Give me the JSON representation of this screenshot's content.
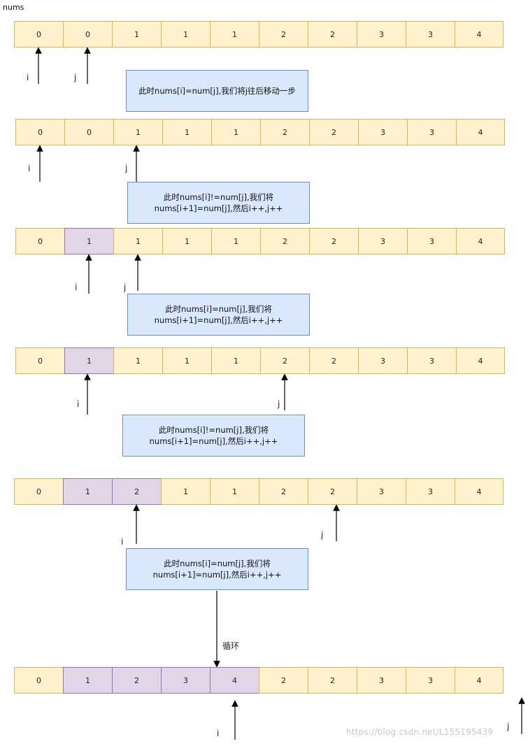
{
  "title": "nums",
  "rows": [
    {
      "cells": [
        "0",
        "0",
        "1",
        "1",
        "1",
        "2",
        "2",
        "3",
        "3",
        "4"
      ],
      "highlight": []
    },
    {
      "cells": [
        "0",
        "0",
        "1",
        "1",
        "1",
        "2",
        "2",
        "3",
        "3",
        "4"
      ],
      "highlight": []
    },
    {
      "cells": [
        "0",
        "1",
        "1",
        "1",
        "1",
        "2",
        "2",
        "3",
        "3",
        "4"
      ],
      "highlight": [
        1
      ]
    },
    {
      "cells": [
        "0",
        "1",
        "1",
        "1",
        "1",
        "2",
        "2",
        "3",
        "3",
        "4"
      ],
      "highlight": [
        1
      ]
    },
    {
      "cells": [
        "0",
        "1",
        "2",
        "1",
        "1",
        "2",
        "2",
        "3",
        "3",
        "4"
      ],
      "highlight": [
        1,
        2
      ]
    },
    {
      "cells": [
        "0",
        "1",
        "2",
        "3",
        "4",
        "2",
        "2",
        "3",
        "3",
        "4"
      ],
      "highlight": [
        1,
        2,
        3,
        4
      ]
    }
  ],
  "notes": [
    "此时nums[i]=num[j],我们将j往后移动一步",
    "此时nums[i]!=num[j],我们将\nnums[i+1]=num[j],然后i++,j++",
    "此时nums[i]=num[j],我们将\nnums[i+1]=num[j],然后i++,j++",
    "此时nums[i]!=num[j],我们将\nnums[i+1]=num[j],然后i++,j++",
    "此时nums[i]=num[j],我们将\nnums[i+1]=num[j],然后i++,j++"
  ],
  "pointers": {
    "i": "i",
    "j": "j"
  },
  "loop_label": "循环",
  "watermark": "https://blog.csdn.net/L155195439"
}
